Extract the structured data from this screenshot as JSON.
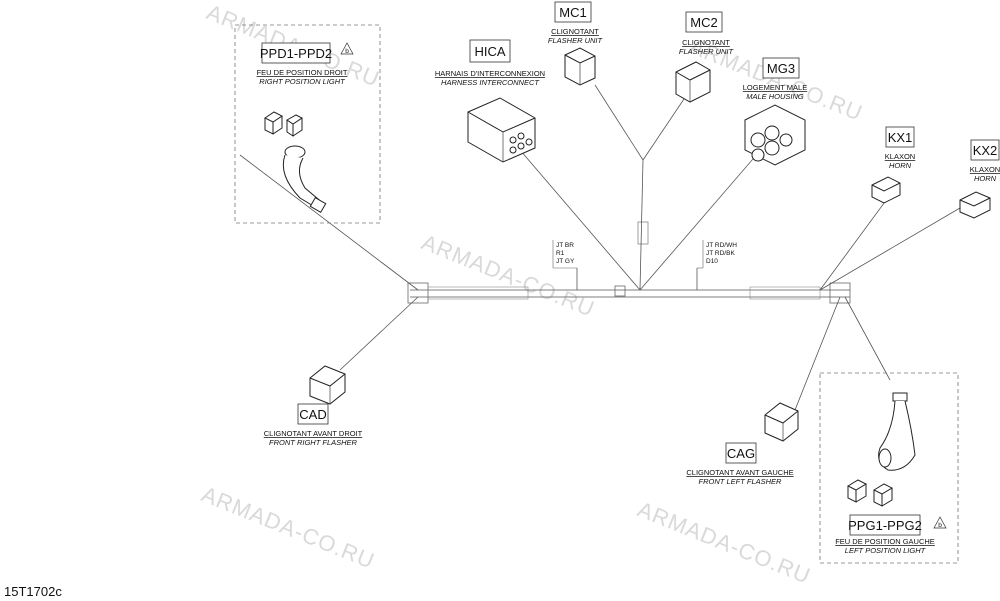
{
  "watermark": "ARMADA-CO.RU",
  "reference": "15T1702c",
  "components": [
    {
      "id": "ppd",
      "code": "PPD1-PPD2",
      "fr": "FEU DE POSITION DROIT",
      "en": "RIGHT POSITION LIGHT",
      "note": "b"
    },
    {
      "id": "hica",
      "code": "HICA",
      "fr": "HARNAIS D'INTERCONNEXION",
      "en": "HARNESS INTERCONNECT"
    },
    {
      "id": "mc1",
      "code": "MC1",
      "fr": "CLIGNOTANT",
      "en": "FLASHER UNIT"
    },
    {
      "id": "mc2",
      "code": "MC2",
      "fr": "CLIGNOTANT",
      "en": "FLASHER UNIT"
    },
    {
      "id": "mg3",
      "code": "MG3",
      "fr": "LOGEMENT MALE",
      "en": "MALE HOUSING"
    },
    {
      "id": "kx1",
      "code": "KX1",
      "fr": "KLAXON",
      "en": "HORN"
    },
    {
      "id": "kx2",
      "code": "KX2",
      "fr": "KLAXON",
      "en": "HORN"
    },
    {
      "id": "cad",
      "code": "CAD",
      "fr": "CLIGNOTANT AVANT DROIT",
      "en": "FRONT RIGHT FLASHER"
    },
    {
      "id": "cag",
      "code": "CAG",
      "fr": "CLIGNOTANT AVANT GAUCHE",
      "en": "FRONT LEFT FLASHER"
    },
    {
      "id": "ppg",
      "code": "PPG1-PPG2",
      "fr": "FEU DE POSITION GAUCHE",
      "en": "LEFT POSITION LIGHT",
      "note": "b"
    }
  ],
  "wire_tags": [
    {
      "id": "tag1",
      "lines": [
        "JT BR",
        "R1",
        "JT GY"
      ]
    },
    {
      "id": "tag2",
      "lines": [
        "JT RD/WH",
        "JT RD/BK",
        "D10"
      ]
    }
  ]
}
